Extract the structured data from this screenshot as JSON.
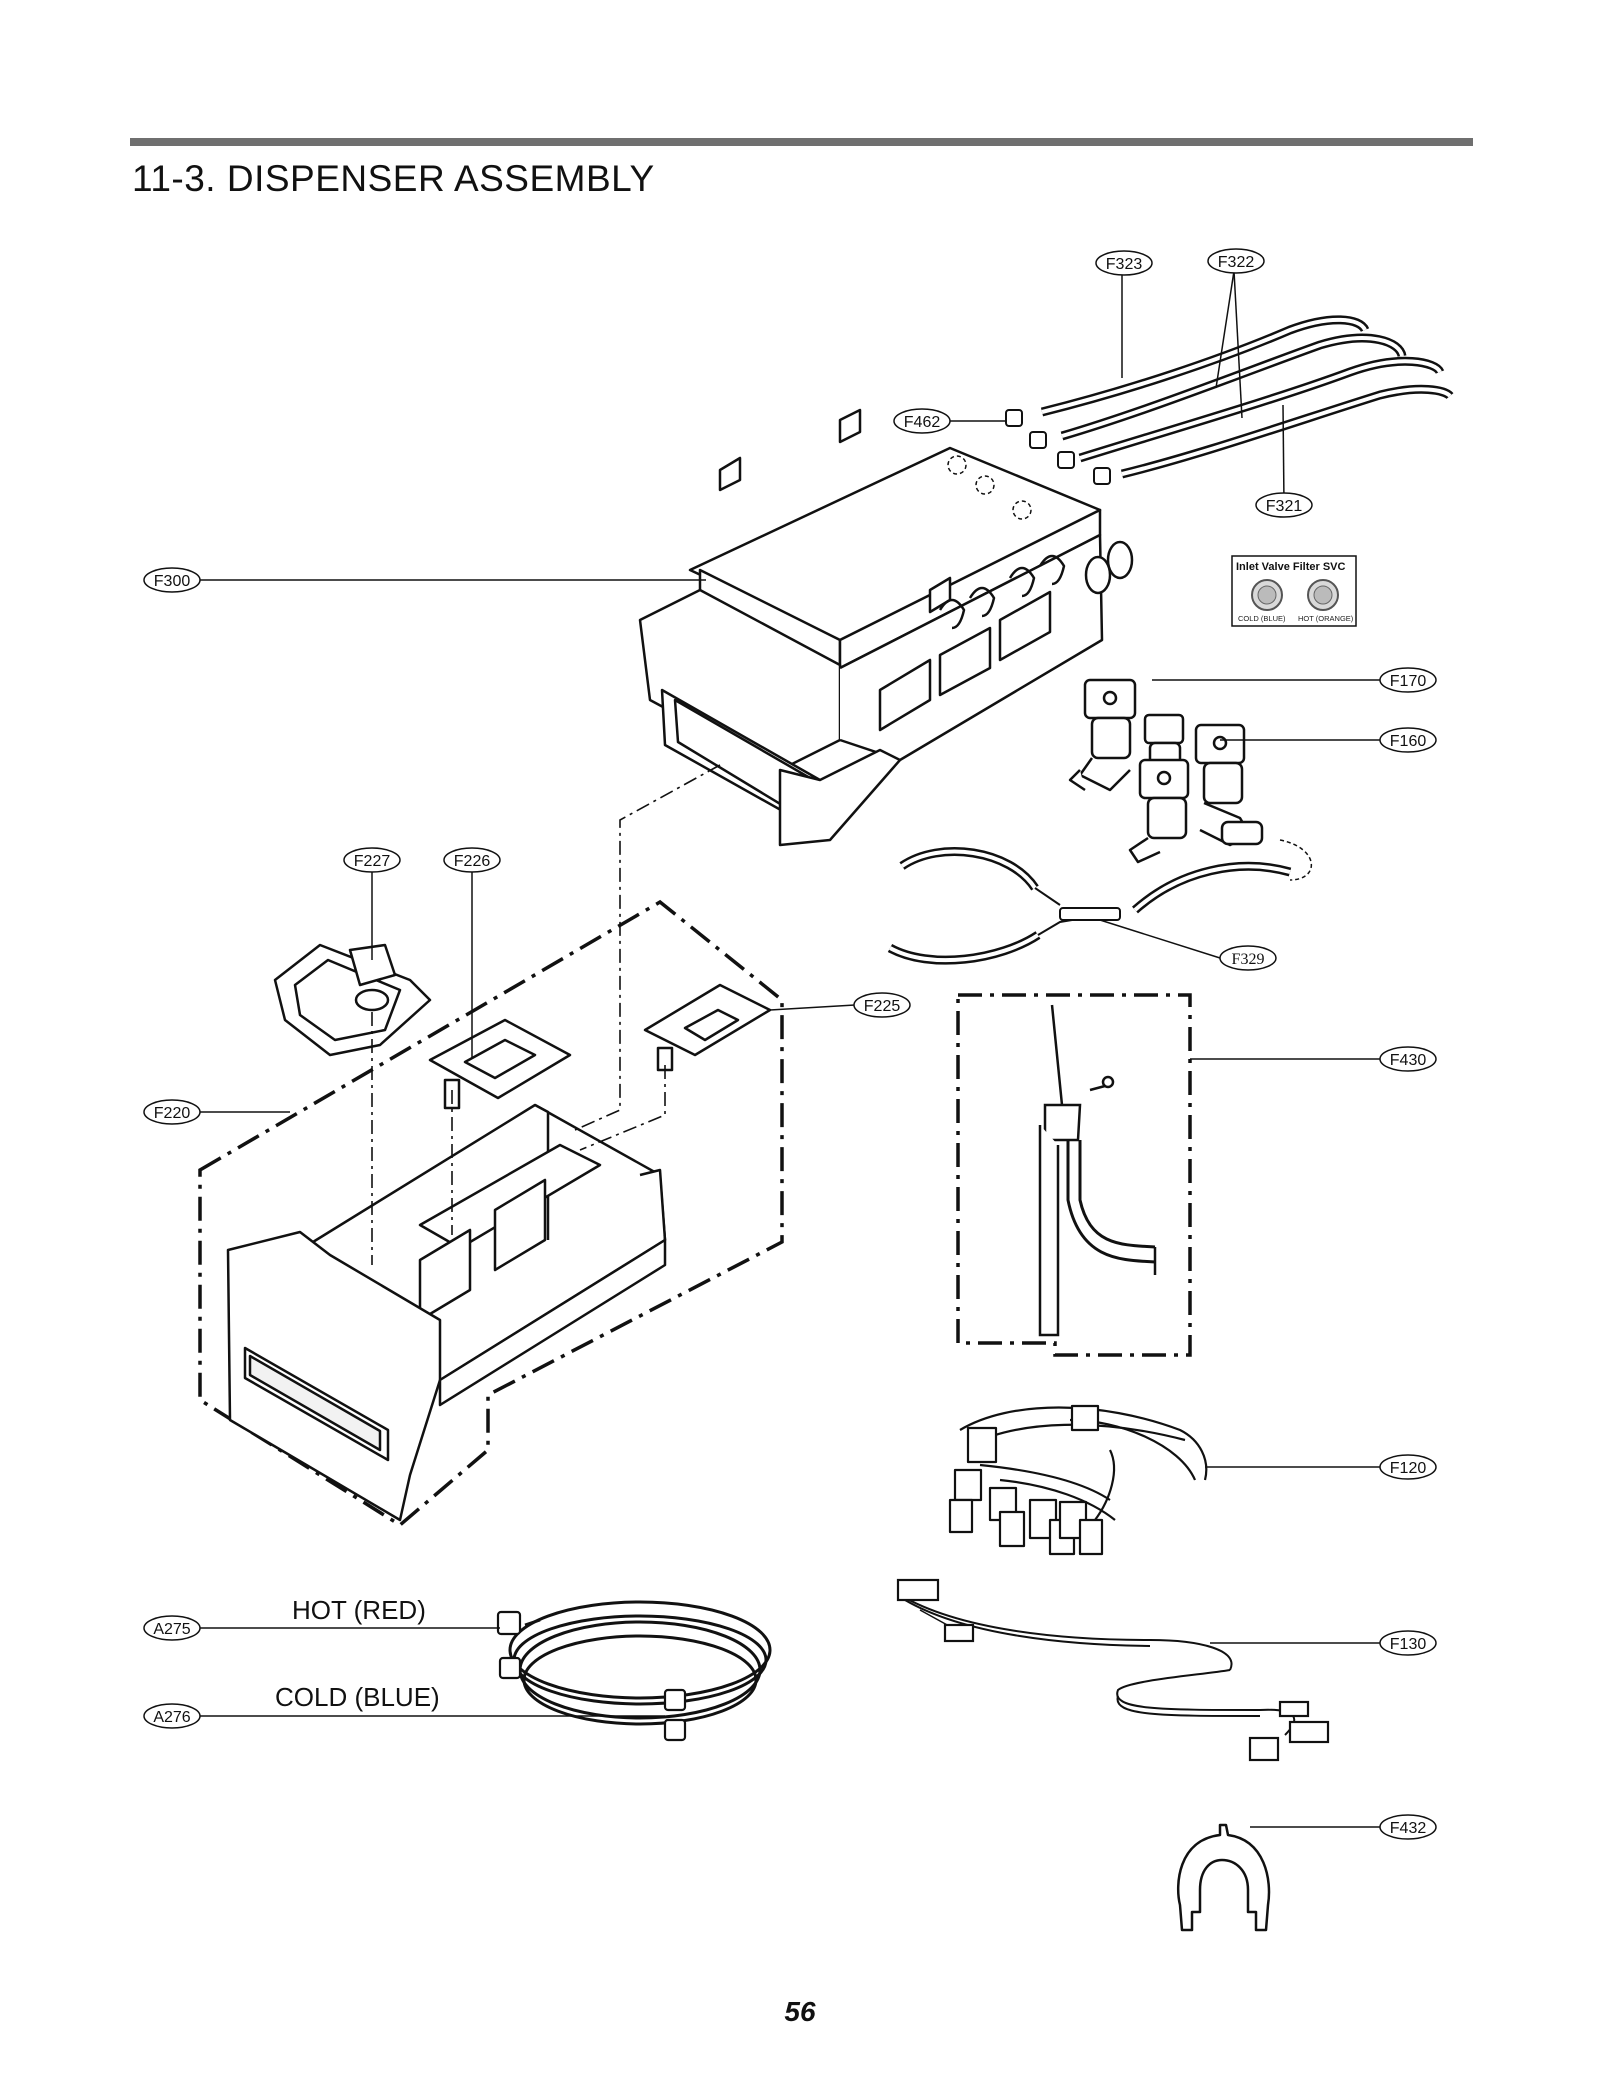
{
  "header": {
    "title": "11-3.  DISPENSER ASSEMBLY"
  },
  "footer": {
    "page_number": "56"
  },
  "callouts": {
    "f323": "F323",
    "f322": "F322",
    "f462": "F462",
    "f321": "F321",
    "f300": "F300",
    "f170": "F170",
    "f160": "F160",
    "f227": "F227",
    "f226": "F226",
    "f225": "F225",
    "f329": "F329",
    "f430": "F430",
    "f220": "F220",
    "f120": "F120",
    "a275": "A275",
    "f130": "F130",
    "a276": "A276",
    "f432": "F432"
  },
  "hose_labels": {
    "hot": "HOT (RED)",
    "cold": "COLD (BLUE)"
  },
  "filter_box": {
    "title": "Inlet Valve Filter SVC",
    "cold_label": "COLD (BLUE)",
    "hot_label": "HOT (ORANGE)"
  }
}
